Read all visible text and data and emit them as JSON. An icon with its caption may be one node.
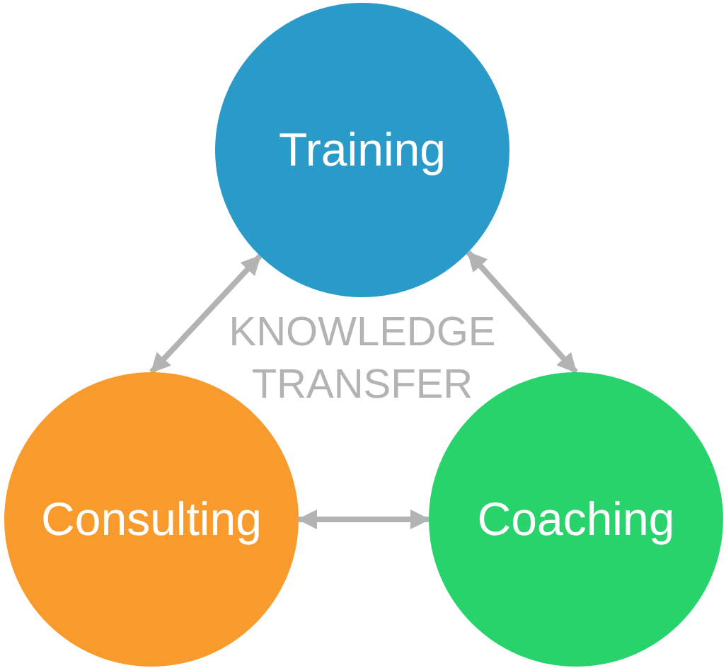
{
  "diagram": {
    "nodes": [
      {
        "text": [
          "Training"
        ]
      },
      {
        "text": [
          "Consulting"
        ]
      },
      {
        "text": [
          "Coaching"
        ]
      }
    ],
    "edges": [
      {
        "from": 0,
        "to": 1,
        "arrow": "both"
      },
      {
        "from": 0,
        "to": 2,
        "arrow": "both"
      },
      {
        "from": 1,
        "to": 2,
        "arrow": "both"
      }
    ],
    "labels": [
      "KNOWLEDGE TRANSFER"
    ]
  }
}
